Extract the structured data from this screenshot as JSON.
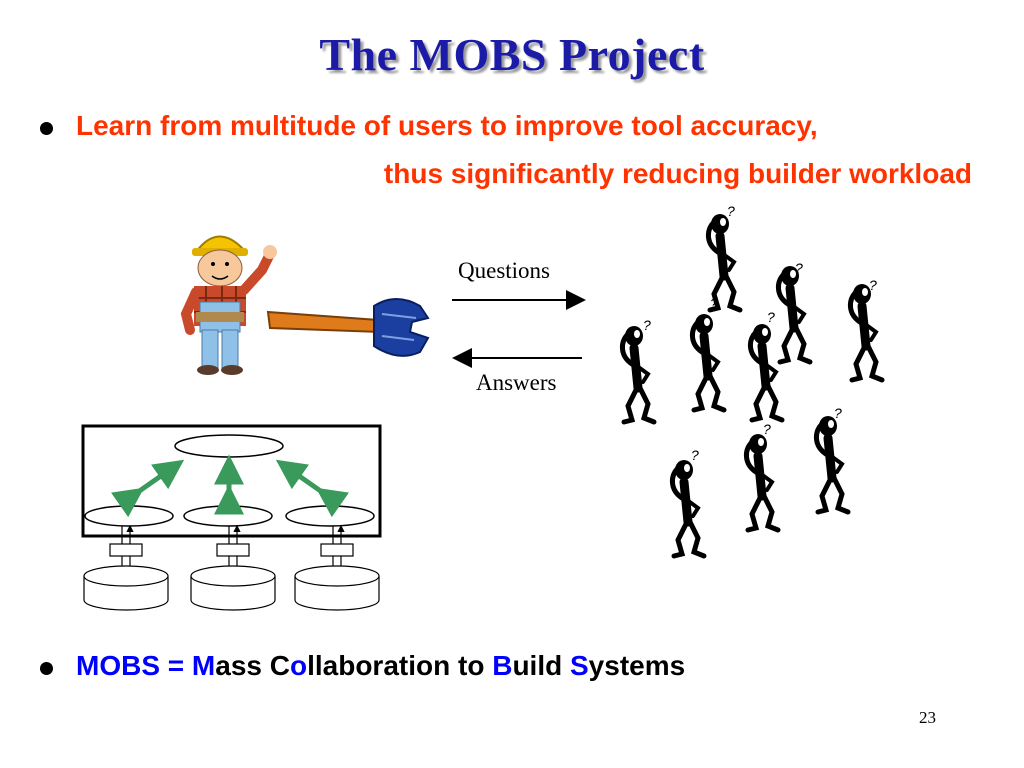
{
  "slide": {
    "title": "The MOBS Project",
    "bullet1": {
      "line1": "Learn from multitude of users to improve tool accuracy,",
      "line2": "thus significantly reducing builder workload"
    },
    "bullet2": {
      "prefix": "MOBS = ",
      "parts": [
        {
          "text": "M",
          "color": "#0000ff"
        },
        {
          "text": "ass ",
          "color": "#000000"
        },
        {
          "text": "C",
          "color": "#000000"
        },
        {
          "text": "o",
          "color": "#0000ff"
        },
        {
          "text": "llaboration to ",
          "color": "#000000"
        },
        {
          "text": "B",
          "color": "#0000ff"
        },
        {
          "text": "uild ",
          "color": "#000000"
        },
        {
          "text": "S",
          "color": "#0000ff"
        },
        {
          "text": "ystems",
          "color": "#000000"
        }
      ]
    },
    "diagram": {
      "questions_label": "Questions",
      "answers_label": "Answers",
      "question_mark": "?"
    },
    "page_number": "23",
    "colors": {
      "title": "#1b1ba8",
      "bullet1": "#ff3300",
      "accent_blue": "#0000ff",
      "green_arrow": "#3a9a5c"
    },
    "icons": [
      "builder-clipart-icon",
      "wrench-icon",
      "confused-user-icon",
      "database-icon"
    ]
  }
}
